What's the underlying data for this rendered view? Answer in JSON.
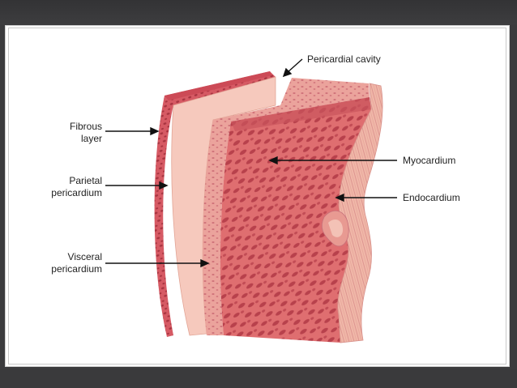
{
  "labels": {
    "pericardial_cavity": "Pericardial cavity",
    "fibrous_line1": "Fibrous",
    "fibrous_line2": "layer",
    "parietal_line1": "Parietal",
    "parietal_line2": "pericardium",
    "myocardium": "Myocardium",
    "endocardium": "Endocardium",
    "visceral_line1": "Visceral",
    "visceral_line2": "pericardium"
  },
  "colors": {
    "slide_background": "#3b3b3d",
    "fibrous_layer": "#d65a64",
    "parietal_layer": "#f6c9bd",
    "visceral_layer": "#eba39c",
    "myocardium": "#df6e70",
    "myocardium_pattern": "#b8414c",
    "endocardium": "#f0b7a8"
  }
}
